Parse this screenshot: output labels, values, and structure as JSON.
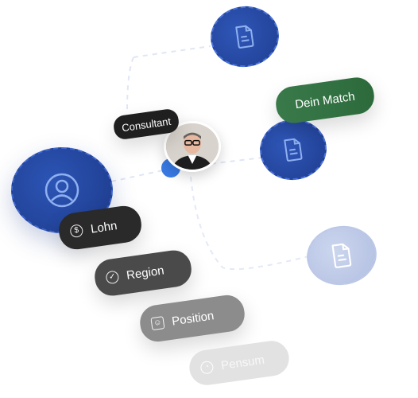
{
  "labels": {
    "consultant": "Consultant",
    "match": "Dein Match",
    "lohn": "Lohn",
    "region": "Region",
    "position": "Position",
    "pensum": "Pensum"
  },
  "icons": {
    "lohn": "dollar-icon",
    "region": "checkmark-badge-icon",
    "position": "id-badge-icon",
    "pensum": "pie-chart-icon",
    "documents": "document-icon",
    "person": "user-icon"
  },
  "colors": {
    "primary_blue": "#1f3e91",
    "match_green": "#2f6f40",
    "dark_pill": "#2a2a2a"
  }
}
